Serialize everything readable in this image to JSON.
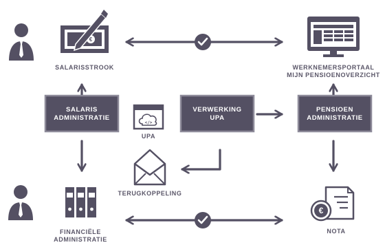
{
  "colors": {
    "dark": "#545063",
    "box_border": "#8d8a99",
    "text": "#5a5668",
    "white": "#ffffff"
  },
  "nodes": {
    "salarisstrook": {
      "label": "SALARISSTROOK"
    },
    "werknemersportaal": {
      "line1": "WERKNEMERSPORTAAL",
      "line2": "MIJN PENSIOENOVERZICHT"
    },
    "salaris_administratie": {
      "line1": "SALARIS",
      "line2": "ADMINISTRATIE"
    },
    "upa": {
      "label": "UPA"
    },
    "verwerking_upa": {
      "line1": "VERWERKING",
      "line2": "UPA"
    },
    "pensioen_administratie": {
      "line1": "PENSIOEN",
      "line2": "ADMINISTRATIE"
    },
    "terugkoppeling": {
      "label": "TERUGKOPPELING"
    },
    "financiele_administratie": {
      "line1": "FINANCIËLE",
      "line2": "ADMINISTRATIE"
    },
    "nota": {
      "label": "NOTA"
    }
  },
  "icons": [
    "person-icon",
    "paycheck-icon",
    "check-icon",
    "web-portal-icon",
    "code-cloud-icon",
    "envelope-icon",
    "binders-icon",
    "invoice-euro-icon"
  ]
}
